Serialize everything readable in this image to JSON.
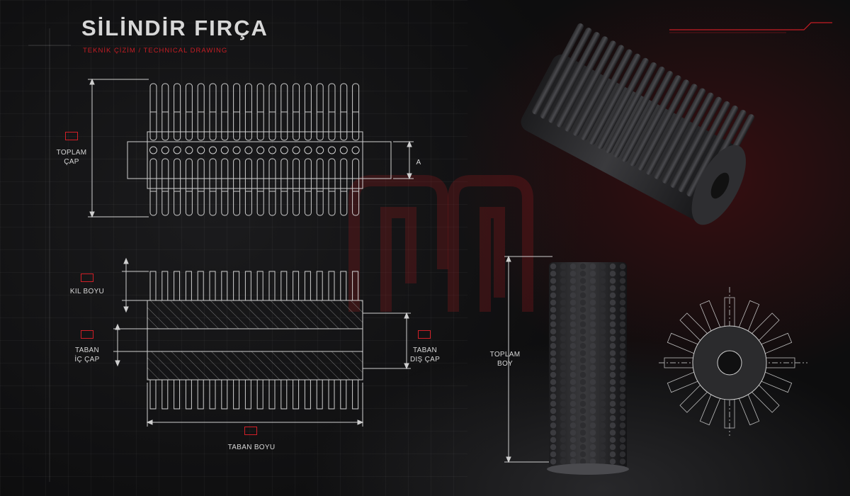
{
  "header": {
    "title": "SİLİNDİR FIRÇA",
    "subtitle": "TEKNİK ÇİZİM / TECHNICAL DRAWING"
  },
  "labels": {
    "toplam_cap": "TOPLAM\nÇAP",
    "a": "A",
    "kil_boyu": "KIL BOYU",
    "taban_ic_cap": "TABAN\nİÇ ÇAP",
    "taban_dis_cap": "TABAN\nDIŞ ÇAP",
    "taban_boyu": "TABAN BOYU",
    "toplam_boy": "TOPLAM\nBOY"
  },
  "colors": {
    "accent": "#c51d24",
    "line": "#cfcfcf",
    "background": "#0b0b0c"
  },
  "icons": [
    "brand-watermark-icon"
  ]
}
